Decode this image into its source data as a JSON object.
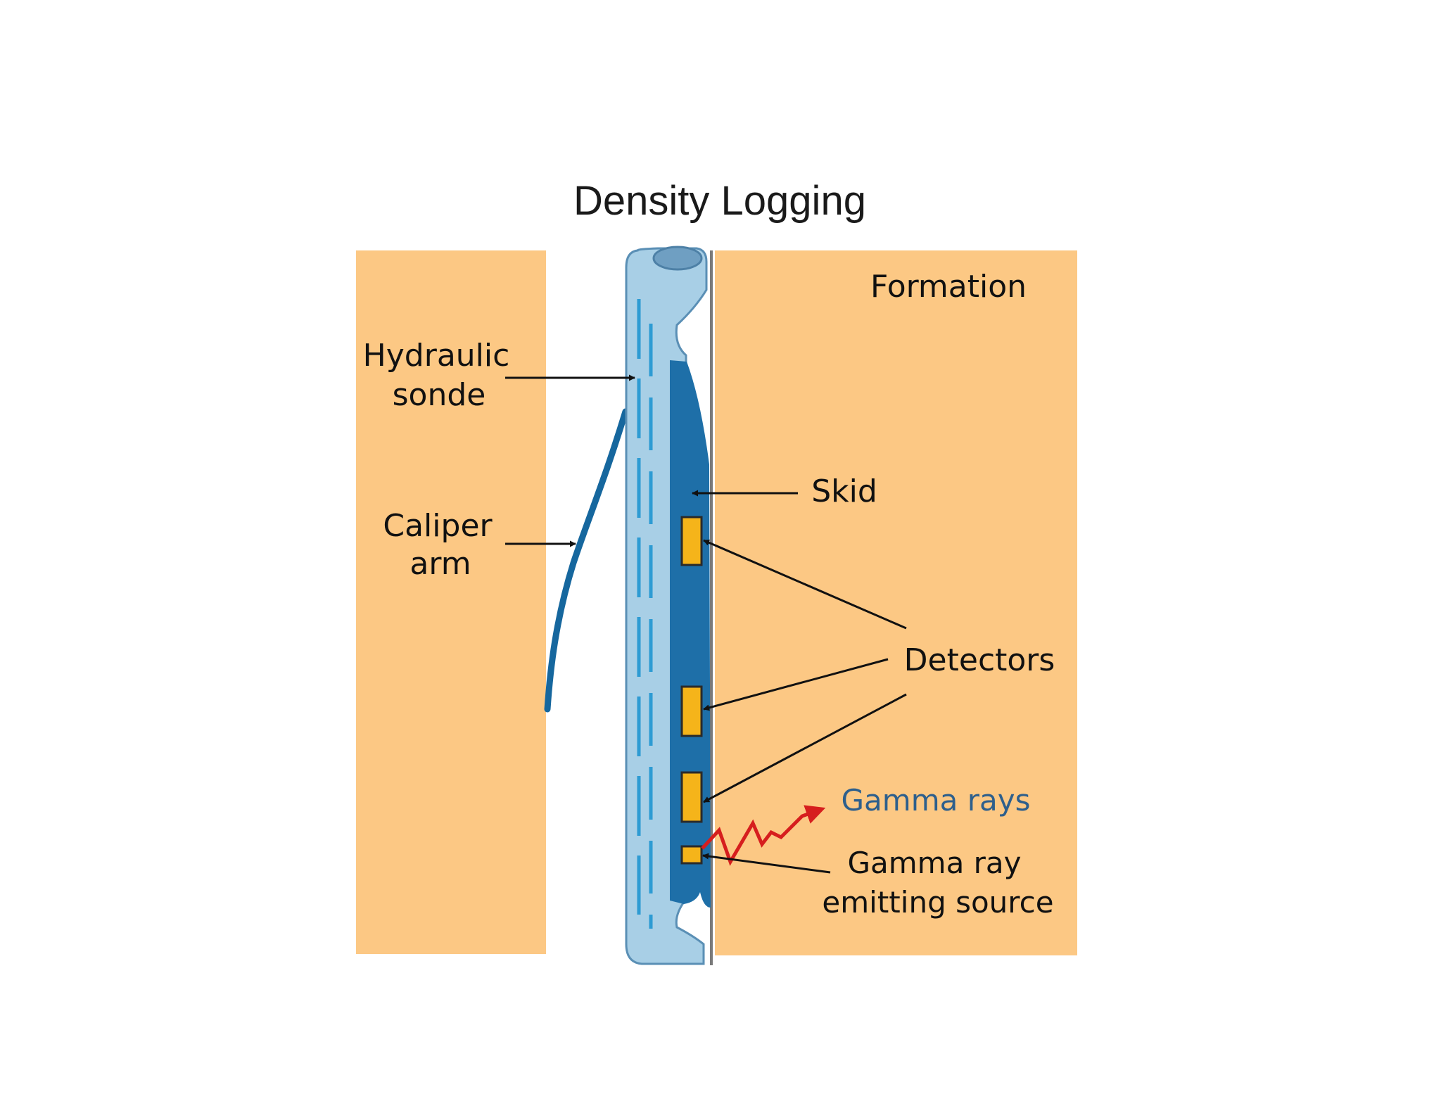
{
  "title": "Density Logging",
  "labels": {
    "formation": "Formation",
    "hydraulic_sonde_1": "Hydraulic",
    "hydraulic_sonde_2": "sonde",
    "caliper_arm_1": "Caliper",
    "caliper_arm_2": "arm",
    "skid": "Skid",
    "detectors": "Detectors",
    "gamma_rays": "Gamma rays",
    "source_1": "Gamma ray",
    "source_2": "emitting source"
  },
  "colors": {
    "formation": "#fcc884",
    "sonde": "#a8cfe6",
    "sonde_dash": "#2d9bd3",
    "skid": "#1e6fa8",
    "caliper": "#16679e",
    "detector": "#f5b41a",
    "gamma": "#d61e1e",
    "gamma_label": "#2e5f8c"
  }
}
